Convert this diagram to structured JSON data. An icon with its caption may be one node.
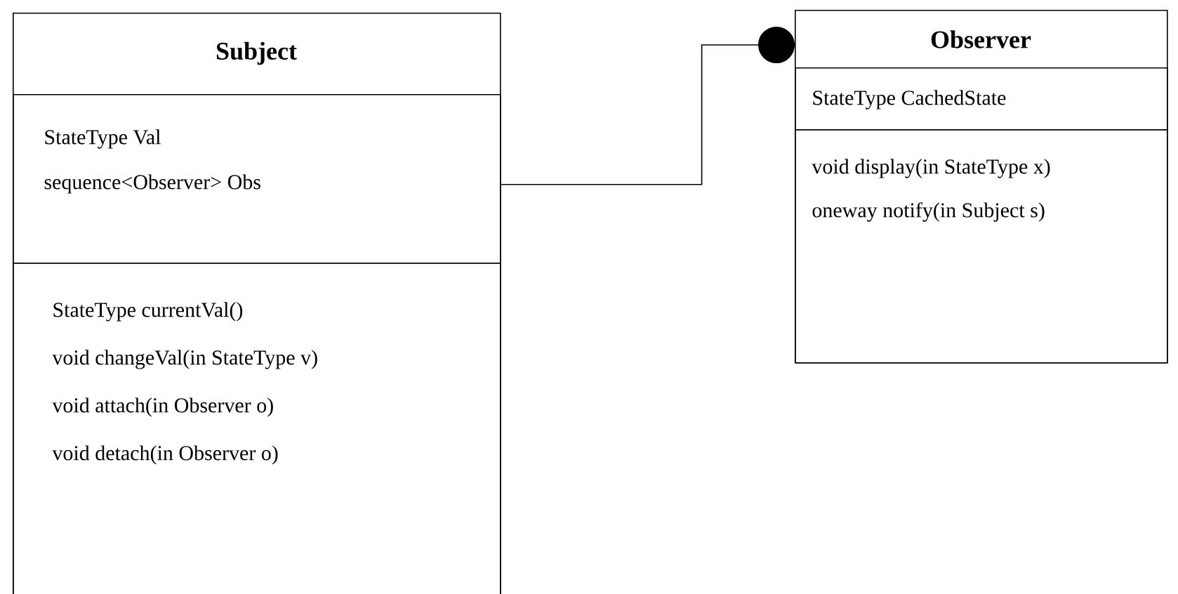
{
  "diagram": {
    "nodes": [
      {
        "text": [
          "Subject"
        ]
      },
      {
        "text": [
          "StateType Val",
          "sequence<Observer> Obs"
        ],
        "in": 0
      },
      {
        "text": [
          "StateType currentVal()",
          "void changeVal(in StateType v)",
          "void attach(in Observer o)",
          "void detach(in Observer o)"
        ],
        "in": 0
      },
      {
        "text": [
          "Observer"
        ]
      },
      {
        "text": [
          "StateType CachedState"
        ],
        "in": 3
      },
      {
        "text": [
          "void display(in StateType x)",
          "oneway notify(in Subject s)"
        ],
        "in": 3
      }
    ],
    "edges": [
      {
        "from": 1,
        "to": 3,
        "arrow": "other"
      }
    ]
  }
}
